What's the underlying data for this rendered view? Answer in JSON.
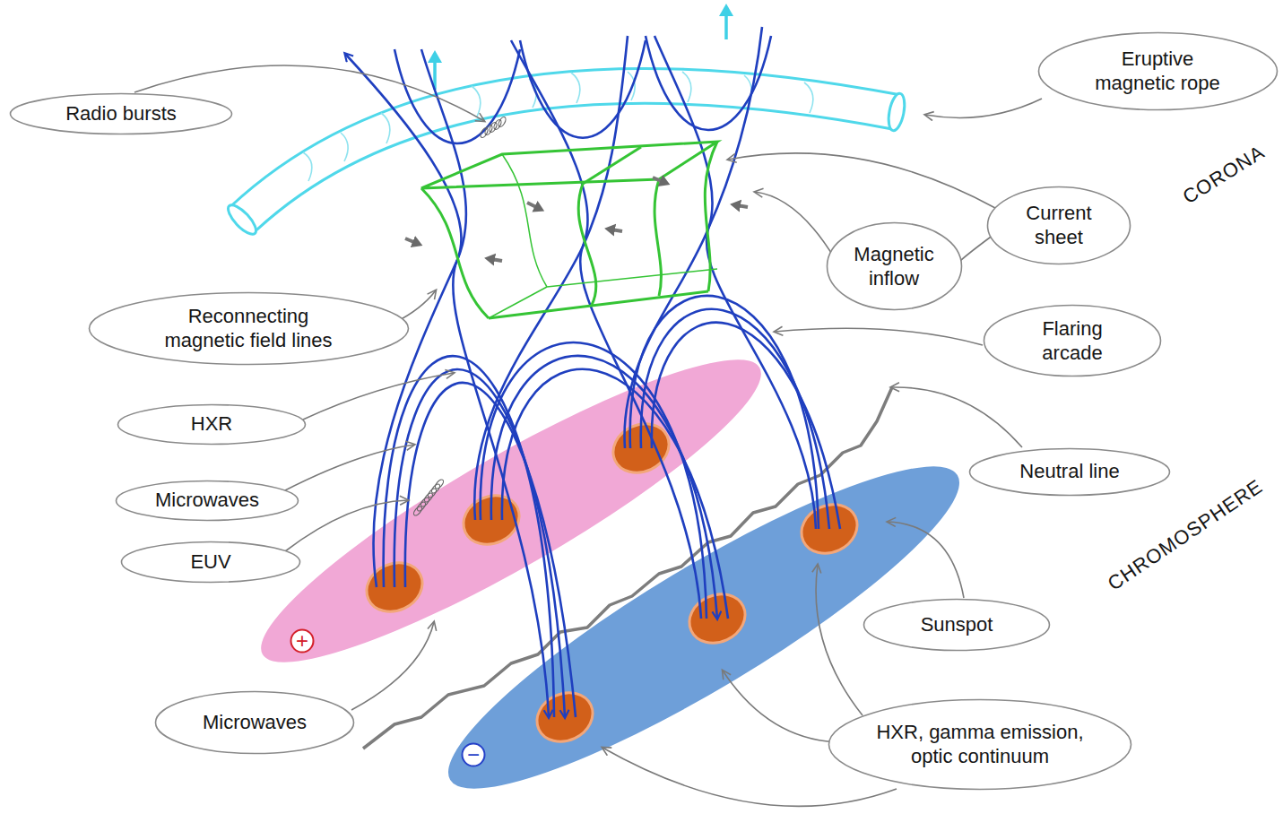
{
  "diagram": {
    "nodes": [
      {
        "text": [
          "Radio bursts"
        ]
      },
      {
        "text": [
          "Eruptive magnetic rope"
        ]
      },
      {
        "text": [
          "Current sheet"
        ]
      },
      {
        "text": [
          "Magnetic inflow"
        ]
      },
      {
        "text": [
          "Reconnecting magnetic field lines"
        ]
      },
      {
        "text": [
          "Flaring arcade"
        ]
      },
      {
        "text": [
          "HXR"
        ]
      },
      {
        "text": [
          "Neutral line"
        ]
      },
      {
        "text": [
          "Microwaves"
        ]
      },
      {
        "text": [
          "EUV"
        ]
      },
      {
        "text": [
          "Sunspot"
        ]
      },
      {
        "text": [
          "+"
        ]
      },
      {
        "text": [
          "Microwaves"
        ]
      },
      {
        "text": [
          "−"
        ]
      },
      {
        "text": [
          "HXR, gamma emission, optic continuum"
        ]
      }
    ],
    "labels": [
      "CORONA",
      "CHROMOSPHERE"
    ]
  }
}
